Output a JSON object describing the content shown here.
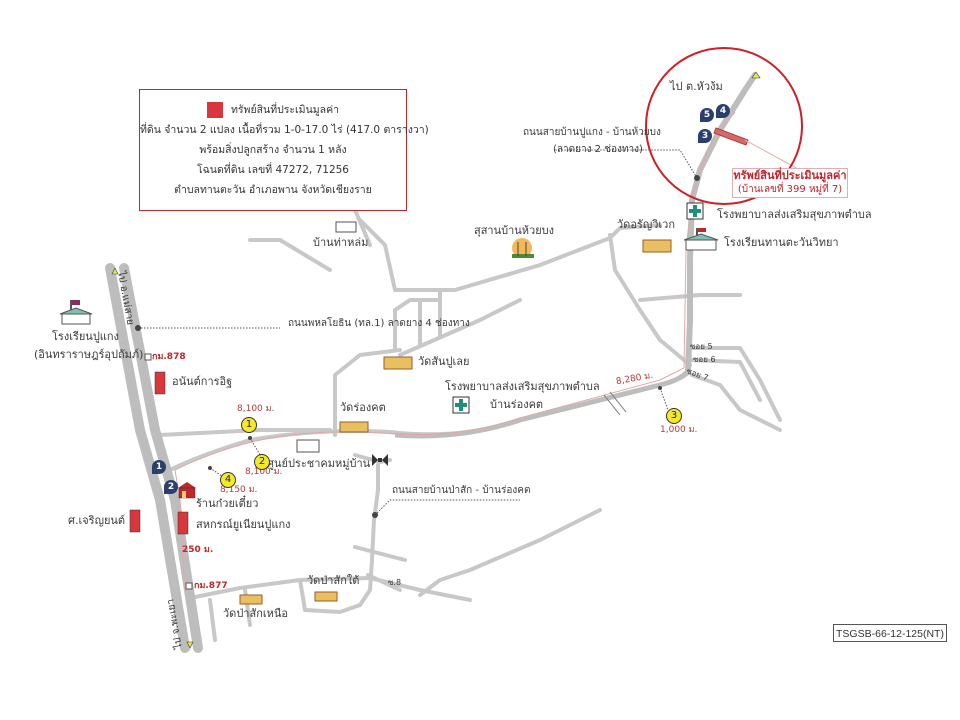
{
  "info_box": {
    "title": "ทรัพย์สินที่ประเมินมูลค่า",
    "line1": "ที่ดิน จำนวน 2 แปลง เนื้อที่รวม 1-0-17.0 ไร่ (417.0 ตารางวา)",
    "line2": "พร้อมสิ่งปลูกสร้าง จำนวน 1 หลัง",
    "line3": "โฉนดที่ดิน เลขที่ 47272, 71256",
    "line4": "ตำบลทานตะวัน  อำเภอพาน  จังหวัดเชียงราย",
    "marker_color": "#d7373d"
  },
  "property_callout": {
    "title": "ทรัพย์สินที่ประเมินมูลค่า",
    "subtitle": "(บ้านเลขที่ 399 หมู่ที่ 7)"
  },
  "highway": {
    "north_label": "ไป อ.แม่สาย",
    "south_label": "ไป จ.พะเยา",
    "name_label": "ถนนพหลโยธิน (ทล.1) ลาดยาง 4 ช่องทาง",
    "km_878": "กม.878",
    "km_877": "กม.877"
  },
  "roads": {
    "puakaeng_huaibong": "ถนนสายบ้านปูแกง - บ้านห้วยบง",
    "puakaeng_huaibong_sub": "(ลาดยาง 2 ช่องทาง)",
    "pasak_rongkhot": "ถนนสายบ้านป่าสัก - บ้านร่องคต",
    "to_huangam": "ไป ต.หัวง้ม",
    "soi5": "ซอย 5",
    "soi6": "ซอย 6",
    "soi7": "ซอย 7",
    "soi8": "ซ.8"
  },
  "places": {
    "school_pukaeng": "โรงเรียนปูแกง",
    "school_pukaeng_sub": "(อินทราราษฎร์อุปถัมภ์)",
    "anan": "อนันต์การอิฐ",
    "charoen": "ศ.เจริญยนต์",
    "noodle": "ร้านก๋วยเตี๋ยว",
    "coop": "สหกรณ์ยูเนียนปูแกง",
    "community": "ศูนย์ประชาคมหมู่บ้าน",
    "wat_rongkhot": "วัดร่องคต",
    "wat_sanpuloei": "วัดสันปูเลย",
    "hosp_rongkhot": "โรงพยาบาลส่งเสริมสุขภาพตำบล",
    "hosp_rongkhot_sub": "บ้านร่องคต",
    "ban_thalom": "บ้านท่าหล่ม",
    "cemetery": "สุสานบ้านห้วยบง",
    "wat_aranwiwek": "วัดอรัญวิเวก",
    "hosp_top": "โรงพยาบาลส่งเสริมสุขภาพตำบล",
    "school_thantawan": "โรงเรียนทานตะวันวิทยา",
    "wat_pasak_tai": "วัดป่าสักใต้",
    "wat_pasak_nuea": "วัดป่าสักเหนือ"
  },
  "distances": {
    "d1": "8,100 ม.",
    "d2": "8,100 ม.",
    "d4": "8,150 ม.",
    "d_8280": "8,280 ม.",
    "d3": "1,000 ม.",
    "d_250": "250 ม."
  },
  "markers": {
    "yellow": [
      "1",
      "2",
      "4",
      "3"
    ],
    "route": [
      "1",
      "2",
      "3",
      "4",
      "5"
    ]
  },
  "reference_code": "TSGSB-66-12-125(NT)",
  "colors": {
    "road": "#c8c8c8",
    "highway": "#bdbdbd",
    "accent_red": "#c0262b",
    "marker_blue": "#2b3f6e",
    "marker_yellow": "#f4e82a"
  }
}
